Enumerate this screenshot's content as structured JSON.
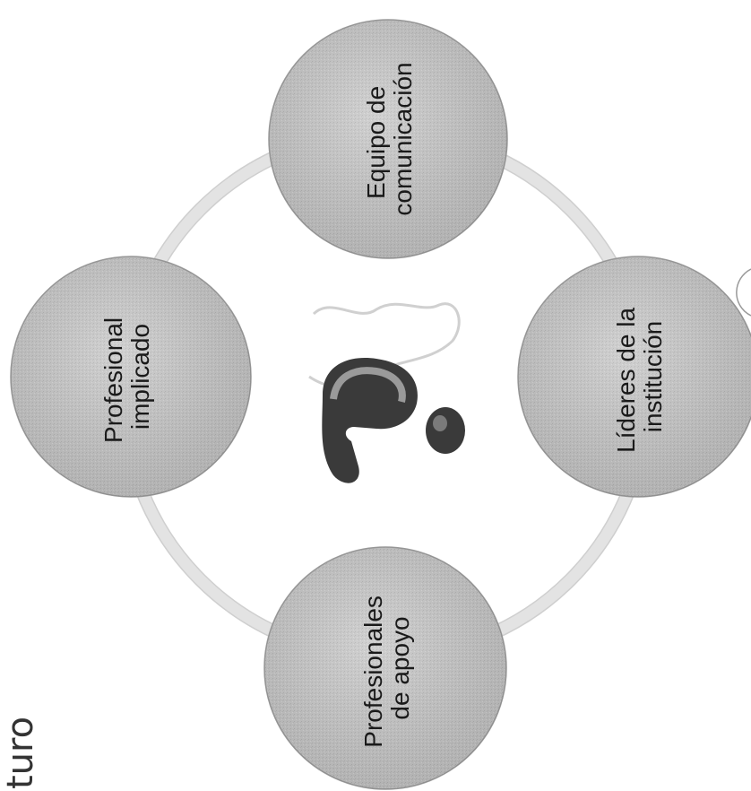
{
  "diagram": {
    "nodes": [
      {
        "id": "equipo",
        "lines": [
          "Equipo de",
          "comunicación"
        ]
      },
      {
        "id": "profesional",
        "lines": [
          "Profesional",
          "implicado"
        ]
      },
      {
        "id": "lideres",
        "lines": [
          "Líderes de la",
          "institución"
        ]
      },
      {
        "id": "apoyo",
        "lines": [
          "Profesionales",
          "de apoyo"
        ]
      }
    ],
    "corner_text": "turo",
    "center_icon": "question-mark-icon",
    "colors": {
      "circle_fill": "#c9c9c9",
      "ring": "#e6e6e6",
      "question_dark": "#3a3a3a"
    }
  }
}
